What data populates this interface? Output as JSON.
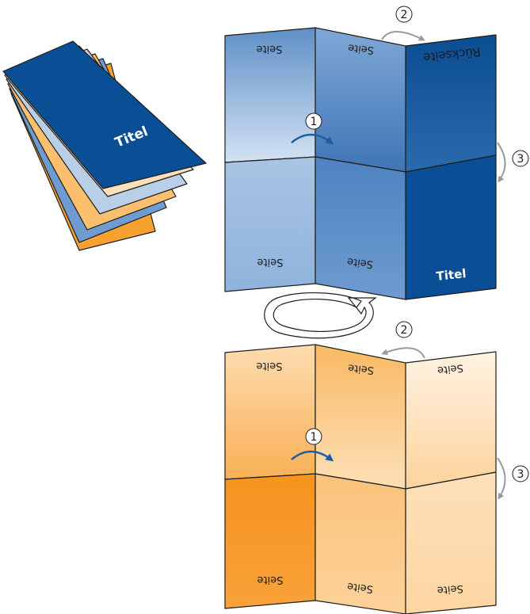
{
  "labels": {
    "page": "Seite",
    "back": "Rückseite",
    "title": "Titel"
  },
  "steps": {
    "one": "1",
    "two": "2",
    "three": "3"
  },
  "colors": {
    "blue_dark": "#0a4f95",
    "blue_mid": "#4b7fbe",
    "blue_light": "#b9cfe8",
    "orange_dark": "#f7a230",
    "orange_mid": "#fbc37a",
    "orange_light": "#fde2bd",
    "arrow_gray": "#9a9a9a",
    "arrow_blue": "#1b5fa3"
  }
}
